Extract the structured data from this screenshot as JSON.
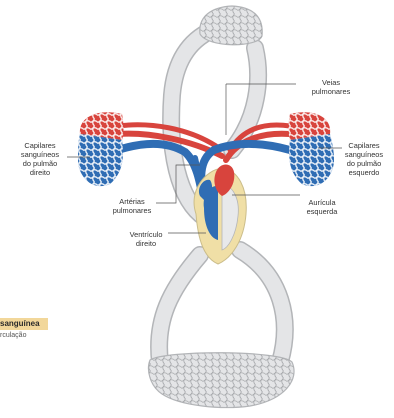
{
  "colors": {
    "arterial": "#d8443d",
    "venous": "#2f6db4",
    "systemic": "#e4e5e7",
    "systemic_edge": "#b3b5b8",
    "heart_wall": "#f0dfa6",
    "caption_bg": "#f2d79a"
  },
  "labels": {
    "veias_pulmonares": [
      "Veias",
      "pulmonares"
    ],
    "capilares_direito": [
      "Capilares",
      "sanguíneos",
      "do pulmão",
      "direito"
    ],
    "capilares_esquerdo": [
      "Capilares",
      "sanguíneos",
      "do pulmão",
      "esquerdo"
    ],
    "arterias_pulmonares": [
      "Artérias",
      "pulmonares"
    ],
    "auricula_esquerda": [
      "Aurícula",
      "esquerda"
    ],
    "ventriculo_direito": [
      "Ventrículo",
      "direito"
    ]
  },
  "caption": {
    "title": "sanguínea",
    "subtitle": "rculação"
  }
}
